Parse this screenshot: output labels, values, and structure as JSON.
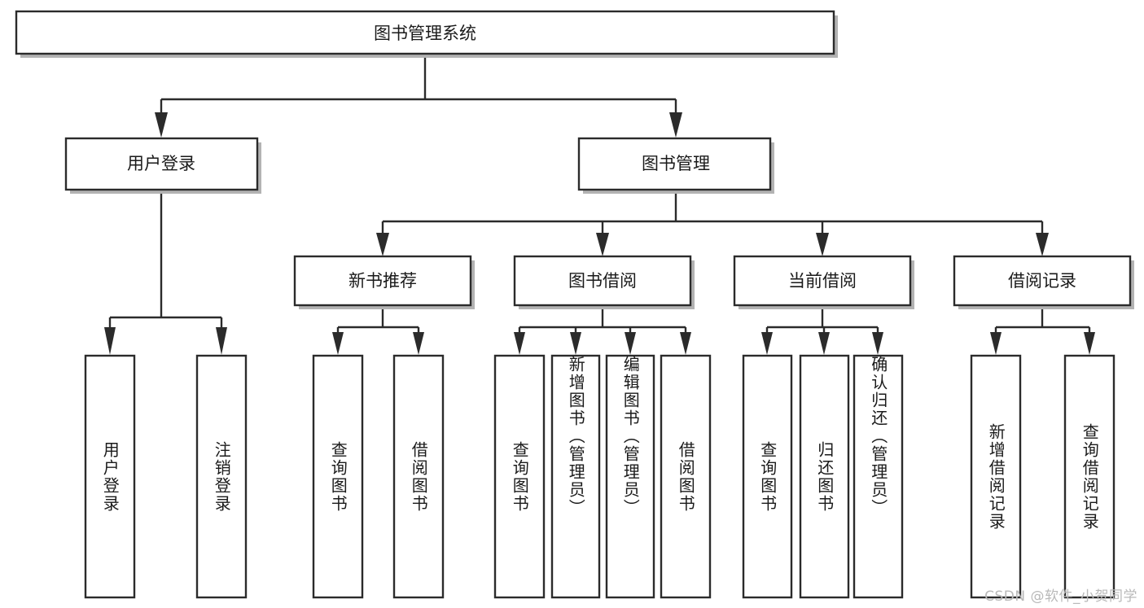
{
  "diagram": {
    "type": "tree",
    "title": "图书管理系统",
    "orientation": "top-down",
    "watermark": "CSDN @软件_小贺同学",
    "colors": {
      "box_fill": "#ffffff",
      "box_stroke": "#2b2b2b",
      "box_shadow": "#b3b3b3",
      "text": "#1a1a1a",
      "watermark": "#b9b9b9",
      "background": "#ffffff"
    },
    "root": {
      "label": "图书管理系统"
    },
    "level2": [
      {
        "label": "用户登录"
      },
      {
        "label": "图书管理"
      }
    ],
    "level3": [
      {
        "label": "新书推荐"
      },
      {
        "label": "图书借阅"
      },
      {
        "label": "当前借阅"
      },
      {
        "label": "借阅记录"
      }
    ],
    "leaves": {
      "user_login": [
        {
          "label": "用户登录"
        },
        {
          "label": "注销登录"
        }
      ],
      "new_book_recommend": [
        {
          "label": "查询图书"
        },
        {
          "label": "借阅图书"
        }
      ],
      "book_borrow": [
        {
          "label": "查询图书"
        },
        {
          "label": "新增图书（管理员）"
        },
        {
          "label": "编辑图书（管理员）"
        },
        {
          "label": "借阅图书"
        }
      ],
      "current_borrow": [
        {
          "label": "查询图书"
        },
        {
          "label": "归还图书"
        },
        {
          "label": "确认归还（管理员）"
        }
      ],
      "borrow_record": [
        {
          "label": "新增借阅记录"
        },
        {
          "label": "查询借阅记录"
        }
      ]
    }
  }
}
